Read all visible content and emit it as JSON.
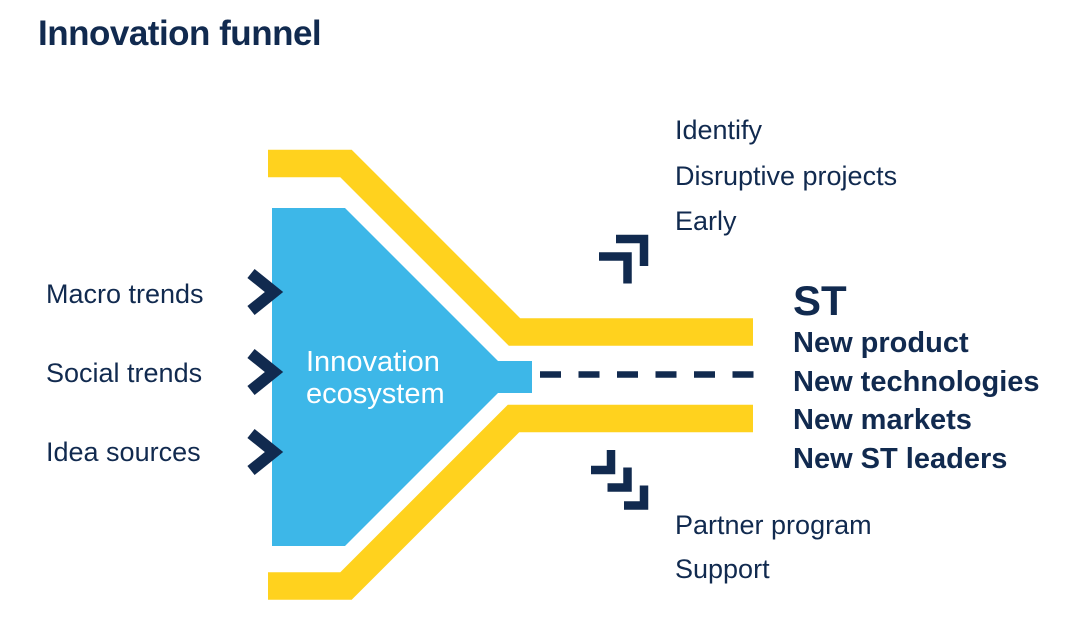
{
  "title": "Innovation funnel",
  "colors": {
    "navy": "#112A4F",
    "yellow": "#FFD21E",
    "blue": "#3DB7E8",
    "background": "#FFFFFF"
  },
  "funnel": {
    "label_line1": "Innovation",
    "label_line2": "ecosystem"
  },
  "inputs": [
    {
      "label": "Macro trends"
    },
    {
      "label": "Social trends"
    },
    {
      "label": "Idea sources"
    }
  ],
  "top_output": {
    "lines": [
      "Identify",
      "Disruptive projects",
      "Early"
    ]
  },
  "main_output": {
    "heading": "ST",
    "lines": [
      "New product",
      "New technologies",
      "New markets",
      "New ST leaders"
    ]
  },
  "bottom_output": {
    "lines": [
      "Partner program",
      "Support"
    ]
  },
  "icons": {
    "input_arrow": "chevron-right",
    "top_branch": "steps-up-right",
    "bottom_branch": "steps-down-right"
  }
}
